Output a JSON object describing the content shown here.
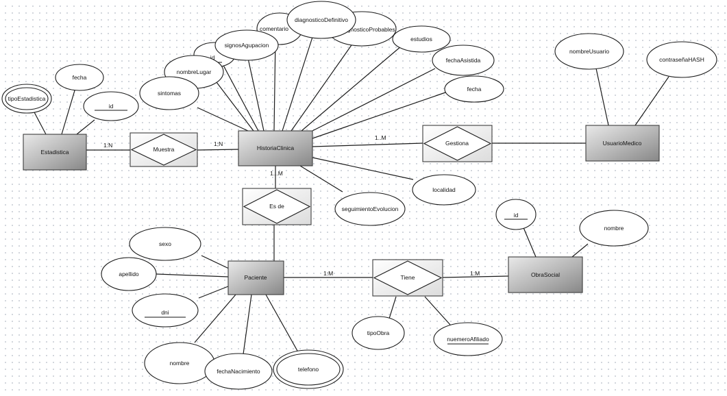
{
  "diagram": {
    "entities": {
      "estadistica": "Estadistica",
      "historia": "HistoriaClinica",
      "usuario": "UsuarioMedico",
      "paciente": "Paciente",
      "obra": "ObraSocial"
    },
    "relationships": {
      "muestra": "Muestra",
      "gestiona": "Gestiona",
      "esde": "Es de",
      "tiene": "Tiene"
    },
    "attributes": {
      "tipoEstadistica": "tipoEstadistica",
      "fechaEst": "fecha",
      "idEst": "id",
      "sintomas": "sintomas",
      "nombreLugar": "nombreLugar",
      "idHc": "id",
      "signos": "signosAgupacion",
      "comentario": "comentario",
      "diagDef": "diagnosticoDefinitivo",
      "diagProb": "diagnosticoProbables",
      "estudios": "estudios",
      "fechaAsistida": "fechaAsistida",
      "fechaHc": "fecha",
      "localidad": "localidad",
      "seguimiento": "seguimientoEvolucion",
      "nombreUsuario": "nombreUsuario",
      "contrasena": "contraseñaHASH",
      "sexo": "sexo",
      "apellido": "apellido",
      "dni": "dni",
      "nombrePac": "nombre",
      "fechaNac": "fechaNacimiento",
      "telefono": "telefono",
      "idObra": "id",
      "nombreObra": "nombre",
      "tipoObra": "tipoObra",
      "nuemero": "nuemeroAfiliado"
    },
    "cardinalities": {
      "estMuestra": "1:N",
      "histMuestra": "1;N",
      "histGestiona": "1..M",
      "histEsde": "1...M",
      "pacTiene": "1:M",
      "obraTiene": "1:M"
    }
  },
  "colors": {
    "entity_light": "#e8e8e8",
    "entity_dark": "#8a8a8a",
    "line": "#1a1a1a",
    "grid_dot": "#c9ced6"
  }
}
